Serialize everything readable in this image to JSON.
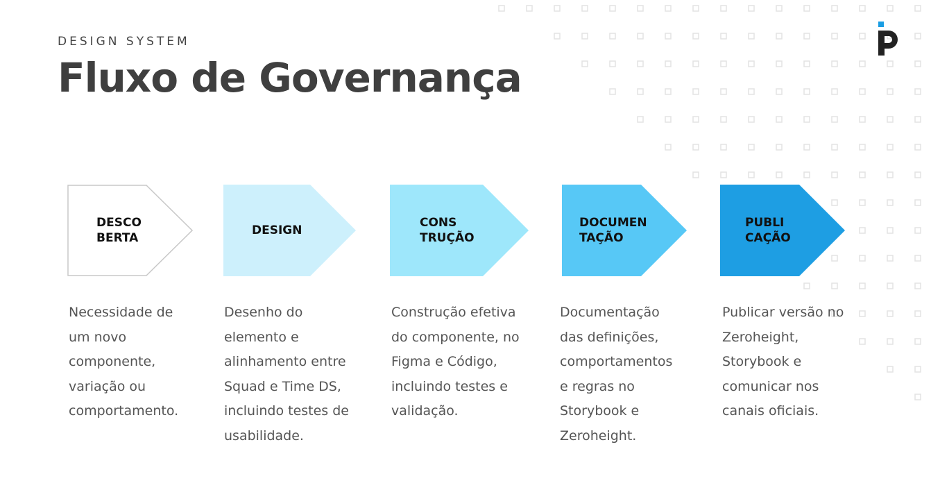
{
  "header": {
    "eyebrow": "DESIGN SYSTEM",
    "title": "Fluxo de Governança"
  },
  "logo": {
    "icon": "p-logo-icon",
    "accent": "#1a9de3",
    "color": "#222222"
  },
  "steps": [
    {
      "label": "DESCO\nBERTA",
      "fill": "#ffffff",
      "stroke": "#c8c8c8",
      "description": "Necessidade de\num novo\ncomponente,\nvariação ou\ncomportamento."
    },
    {
      "label": "DESIGN",
      "fill": "#cdf0fc",
      "stroke": "none",
      "description": "Desenho do\nelemento e\nalinhamento entre\nSquad e Time DS,\nincluindo testes de\nusabilidade."
    },
    {
      "label": "CONS\nTRUÇÃO",
      "fill": "#9ee7fb",
      "stroke": "none",
      "description": "Construção efetiva\ndo componente, no\nFigma e Código,\nincluindo testes e\nvalidação."
    },
    {
      "label": "DOCUMEN\nTAÇÃO",
      "fill": "#57c8f6",
      "stroke": "none",
      "description": "Documentação\ndas definições,\ncomportamentos\ne regras no\nStorybook e\nZeroheight."
    },
    {
      "label": "PUBLI\nCAÇÃO",
      "fill": "#1e9ee3",
      "stroke": "none",
      "description": "Publicar versão no\nZeroheight,\nStorybook e\ncomunicar nos\ncanais oficiais."
    }
  ]
}
